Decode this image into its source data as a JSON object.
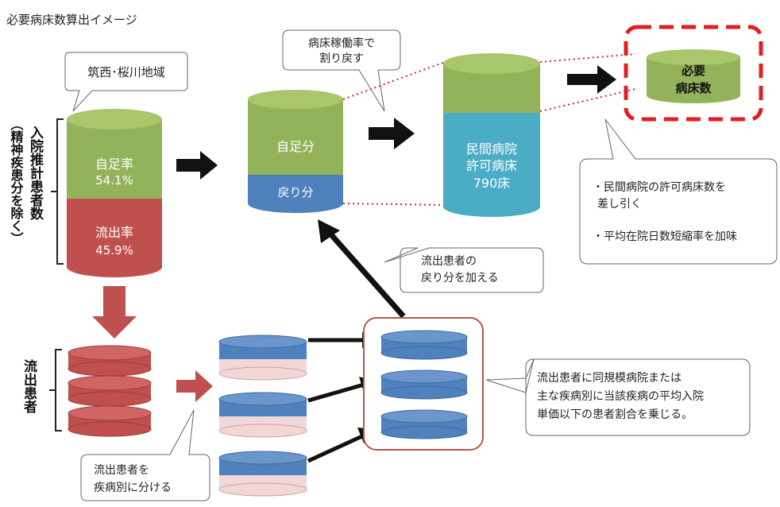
{
  "title": "必要病床数算出イメージ",
  "left": {
    "area_callout": "筑西･桜川地域",
    "vertical_label_main": "入院推計患者数",
    "vertical_label_paren": "（精神疾患分を除く）",
    "self_rate_label": "自足率",
    "self_rate_value": "54.1%",
    "outflow_rate_label": "流出率",
    "outflow_rate_value": "45.9%"
  },
  "center": {
    "self_share": "自足分",
    "return_share": "戻り分",
    "occupancy_callout": [
      "病床稼働率で",
      "割り戻す"
    ]
  },
  "private_hospital": {
    "lines": [
      "民間病院",
      "許可病床",
      "790床"
    ]
  },
  "required": {
    "lines": [
      "必要",
      "病床数"
    ]
  },
  "right_callout": {
    "line1": "・民間病院の許可病床数を",
    "line2": "差し引く",
    "line3": "・平均在院日数短縮率を加味"
  },
  "bottom": {
    "outflow_patients_label": "流出患者",
    "return_callout": [
      "流出患者の",
      "戻り分を加える"
    ],
    "split_callout": [
      "流出患者を",
      "疾病別に分ける"
    ],
    "ratio_callout": [
      "流出患者に同規模病院または",
      "主な疾病別に当該疾病の平均入院",
      "単価以下の患者割合を乗じる。"
    ]
  },
  "colors": {
    "green": "#92b35a",
    "red": "#c0504d",
    "blue": "#4f81bd",
    "cyan": "#4bacc6",
    "pink": "#f2d7d6",
    "dash_red": "#e02020"
  }
}
